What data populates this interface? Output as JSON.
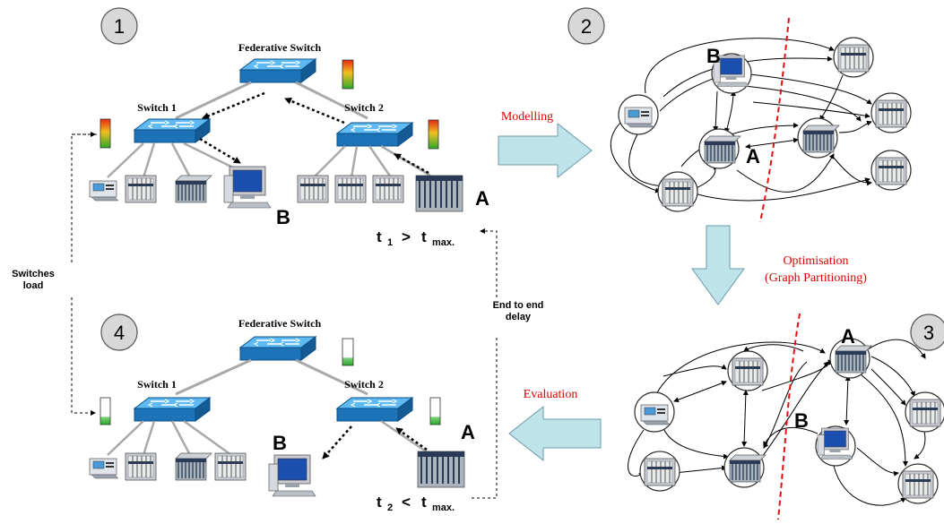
{
  "steps": {
    "s1": "1",
    "s2": "2",
    "s3": "3",
    "s4": "4"
  },
  "panel1": {
    "federative": "Federative Switch",
    "switch1": "Switch 1",
    "switch2": "Switch 2",
    "node_a": "A",
    "node_b": "B",
    "t_var": "t",
    "t_sub": "1",
    "t_op": ">",
    "tmax_var": "t",
    "tmax_sub": "max."
  },
  "panel4": {
    "federative": "Federative Switch",
    "switch1": "Switch 1",
    "switch2": "Switch 2",
    "node_a": "A",
    "node_b": "B",
    "t_var": "t",
    "t_sub": "2",
    "t_op": "<",
    "tmax_var": "t",
    "tmax_sub": "max."
  },
  "graph2": {
    "node_a": "A",
    "node_b": "B"
  },
  "graph3": {
    "node_a": "A",
    "node_b": "B"
  },
  "processes": {
    "modelling": "Modelling",
    "optimisation": "Optimisation",
    "optimisation_sub": "(Graph Partitioning)",
    "evaluation": "Evaluation"
  },
  "side_labels": {
    "switches_load_1": "Switches",
    "switches_load_2": "load",
    "delay_1": "End to end",
    "delay_2": "delay"
  },
  "colors": {
    "arrow_fill": "#bfe3ea",
    "arrow_stroke": "#6a9aa6",
    "switch_top": "#3aa0e6",
    "switch_side": "#1d73b8",
    "partition_line": "#e01010",
    "process_label": "#e00000"
  }
}
